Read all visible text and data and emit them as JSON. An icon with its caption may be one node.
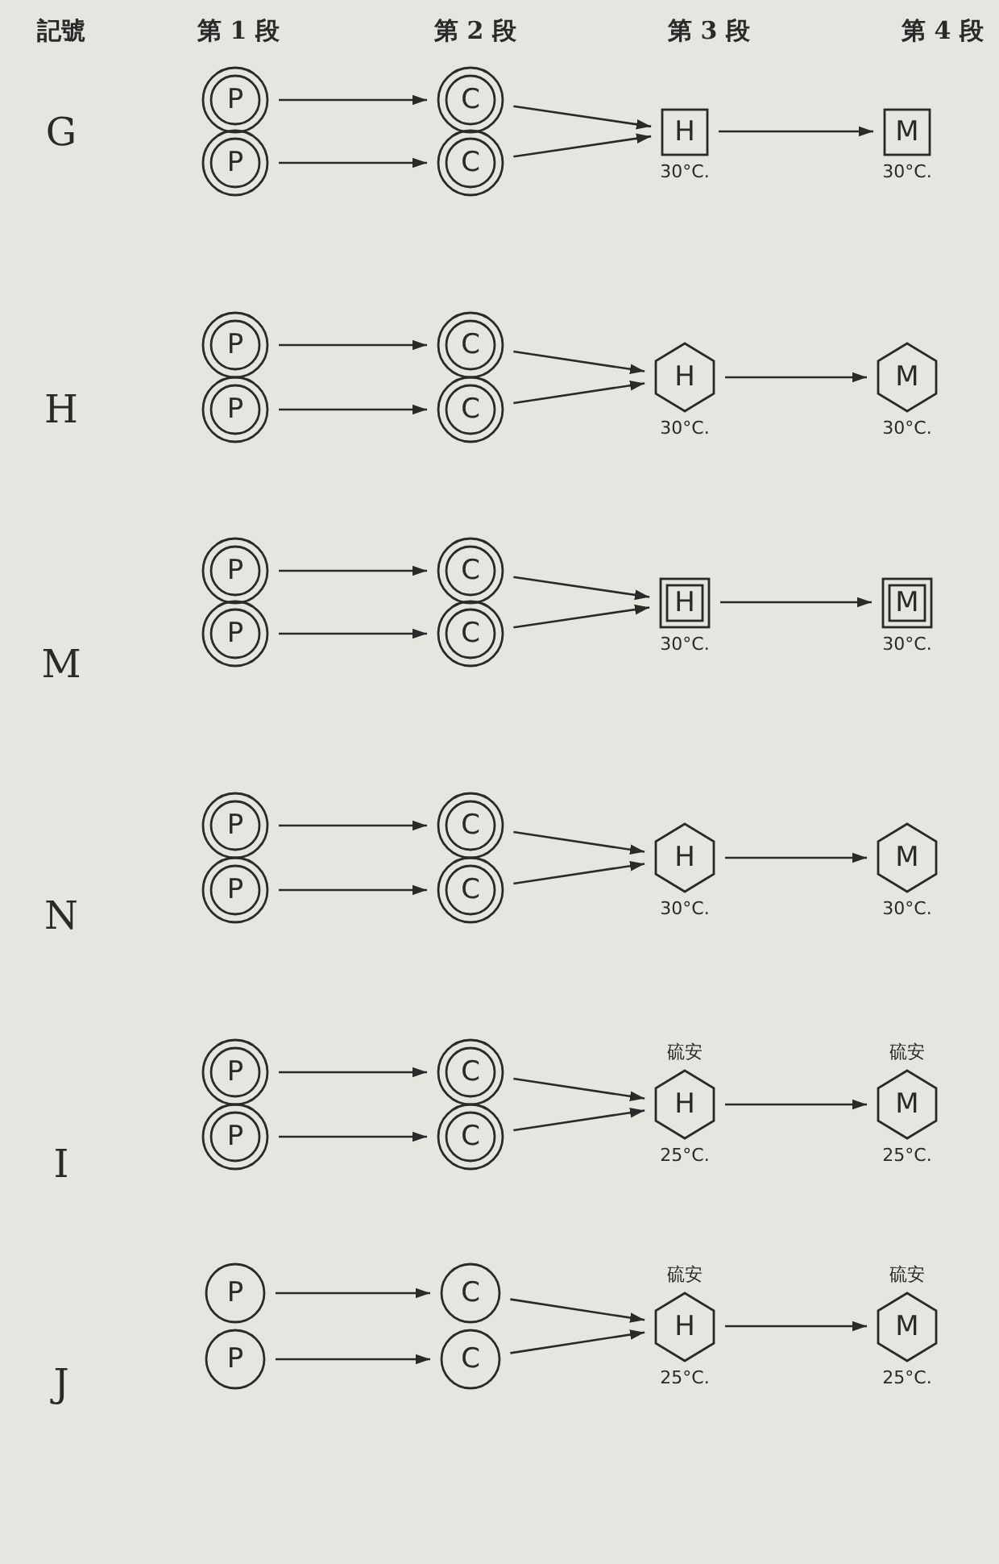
{
  "diagram": {
    "nodes": [
      {
        "text": [
          "P"
        ]
      },
      {
        "text": [
          "P"
        ]
      },
      {
        "text": [
          "C"
        ]
      },
      {
        "text": [
          "C"
        ]
      },
      {
        "text": [
          "H"
        ],
        "beside": [
          "30°C."
        ]
      },
      {
        "text": [
          "M"
        ],
        "beside": [
          "30°C."
        ]
      },
      {
        "text": [
          "P"
        ]
      },
      {
        "text": [
          "P"
        ]
      },
      {
        "text": [
          "C"
        ]
      },
      {
        "text": [
          "C"
        ]
      },
      {
        "text": [
          "H"
        ],
        "beside": [
          "30°C."
        ]
      },
      {
        "text": [
          "M"
        ],
        "beside": [
          "30°C."
        ]
      },
      {
        "text": [
          "P"
        ]
      },
      {
        "text": [
          "P"
        ]
      },
      {
        "text": [
          "C"
        ]
      },
      {
        "text": [
          "C"
        ]
      },
      {
        "text": [
          "H"
        ],
        "beside": [
          "30°C."
        ]
      },
      {
        "text": [
          "M"
        ],
        "beside": [
          "30°C."
        ]
      },
      {
        "text": [
          "P"
        ]
      },
      {
        "text": [
          "P"
        ]
      },
      {
        "text": [
          "C"
        ]
      },
      {
        "text": [
          "C"
        ]
      },
      {
        "text": [
          "H"
        ],
        "beside": [
          "30°C."
        ]
      },
      {
        "text": [
          "M"
        ],
        "beside": [
          "30°C."
        ]
      },
      {
        "text": [
          "P"
        ]
      },
      {
        "text": [
          "P"
        ]
      },
      {
        "text": [
          "C"
        ]
      },
      {
        "text": [
          "C"
        ]
      },
      {
        "text": [
          "H"
        ],
        "beside": [
          "硫安",
          "25°C."
        ]
      },
      {
        "text": [
          "M"
        ],
        "beside": [
          "硫安",
          "25°C."
        ]
      },
      {
        "text": [
          "P"
        ]
      },
      {
        "text": [
          "P"
        ]
      },
      {
        "text": [
          "C"
        ]
      },
      {
        "text": [
          "C"
        ]
      },
      {
        "text": [
          "H"
        ],
        "beside": [
          "硫安",
          "25°C."
        ]
      },
      {
        "text": [
          "M"
        ],
        "beside": [
          "硫安",
          "25°C."
        ]
      }
    ],
    "edges": [
      {
        "from": 0,
        "to": 2,
        "arrow": "to"
      },
      {
        "from": 1,
        "to": 3,
        "arrow": "to"
      },
      {
        "from": 2,
        "to": 4,
        "arrow": "to"
      },
      {
        "from": 3,
        "to": 4,
        "arrow": "to"
      },
      {
        "from": 4,
        "to": 5,
        "arrow": "to"
      },
      {
        "from": 6,
        "to": 8,
        "arrow": "to"
      },
      {
        "from": 7,
        "to": 9,
        "arrow": "to"
      },
      {
        "from": 8,
        "to": 10,
        "arrow": "to"
      },
      {
        "from": 9,
        "to": 10,
        "arrow": "to"
      },
      {
        "from": 10,
        "to": 11,
        "arrow": "to"
      },
      {
        "from": 12,
        "to": 14,
        "arrow": "to"
      },
      {
        "from": 13,
        "to": 15,
        "arrow": "to"
      },
      {
        "from": 14,
        "to": 16,
        "arrow": "to"
      },
      {
        "from": 15,
        "to": 16,
        "arrow": "to"
      },
      {
        "from": 16,
        "to": 17,
        "arrow": "to"
      },
      {
        "from": 18,
        "to": 20,
        "arrow": "to"
      },
      {
        "from": 19,
        "to": 21,
        "arrow": "to"
      },
      {
        "from": 20,
        "to": 22,
        "arrow": "to"
      },
      {
        "from": 21,
        "to": 22,
        "arrow": "to"
      },
      {
        "from": 22,
        "to": 23,
        "arrow": "to"
      },
      {
        "from": 24,
        "to": 26,
        "arrow": "to"
      },
      {
        "from": 25,
        "to": 27,
        "arrow": "to"
      },
      {
        "from": 26,
        "to": 28,
        "arrow": "to"
      },
      {
        "from": 27,
        "to": 28,
        "arrow": "to"
      },
      {
        "from": 28,
        "to": 29,
        "arrow": "to"
      },
      {
        "from": 30,
        "to": 32,
        "arrow": "to"
      },
      {
        "from": 31,
        "to": 33,
        "arrow": "to"
      },
      {
        "from": 32,
        "to": 34,
        "arrow": "to"
      },
      {
        "from": 33,
        "to": 34,
        "arrow": "to"
      },
      {
        "from": 34,
        "to": 35,
        "arrow": "to"
      }
    ],
    "labels": [
      "記號",
      "第 1 段",
      "第 2 段",
      "第 3 段",
      "第 4 段",
      "G",
      "H",
      "M",
      "N",
      "I",
      "J"
    ]
  }
}
